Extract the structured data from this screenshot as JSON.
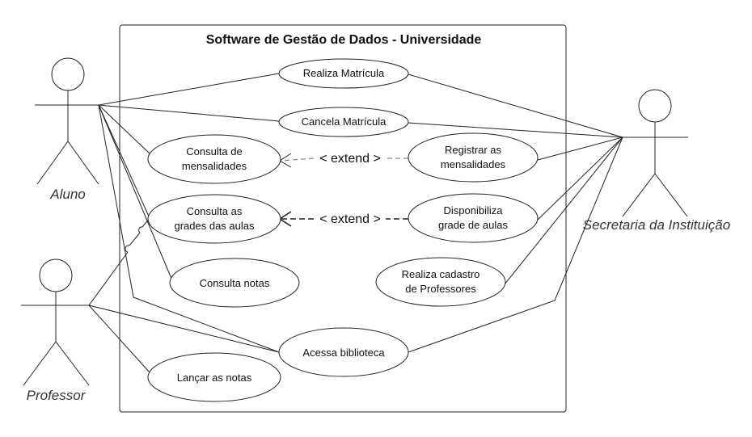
{
  "system": {
    "title": "Software de Gestão de Dados - Universidade"
  },
  "actors": {
    "aluno": "Aluno",
    "professor": "Professor",
    "secretaria": "Secretaria da Instituição"
  },
  "use_cases": {
    "realiza_matricula": [
      "Realiza Matrícula"
    ],
    "cancela_matricula": [
      "Cancela Matrícula"
    ],
    "consulta_mensalidades": [
      "Consulta de",
      "mensalidades"
    ],
    "registrar_mensalidades": [
      "Registrar as",
      "mensalidades"
    ],
    "consulta_grades": [
      "Consulta as",
      "grades das aulas"
    ],
    "disponibiliza_grade": [
      "Disponibiliza",
      "grade de aulas"
    ],
    "consulta_notas": [
      "Consulta notas"
    ],
    "cadastro_professores": [
      "Realiza cadastro",
      "de Professores"
    ],
    "acessa_biblioteca": [
      "Acessa biblioteca"
    ],
    "lancar_notas": [
      "Lançar as notas"
    ]
  },
  "relations": {
    "extend_1": "< extend >",
    "extend_2": "< extend >"
  }
}
